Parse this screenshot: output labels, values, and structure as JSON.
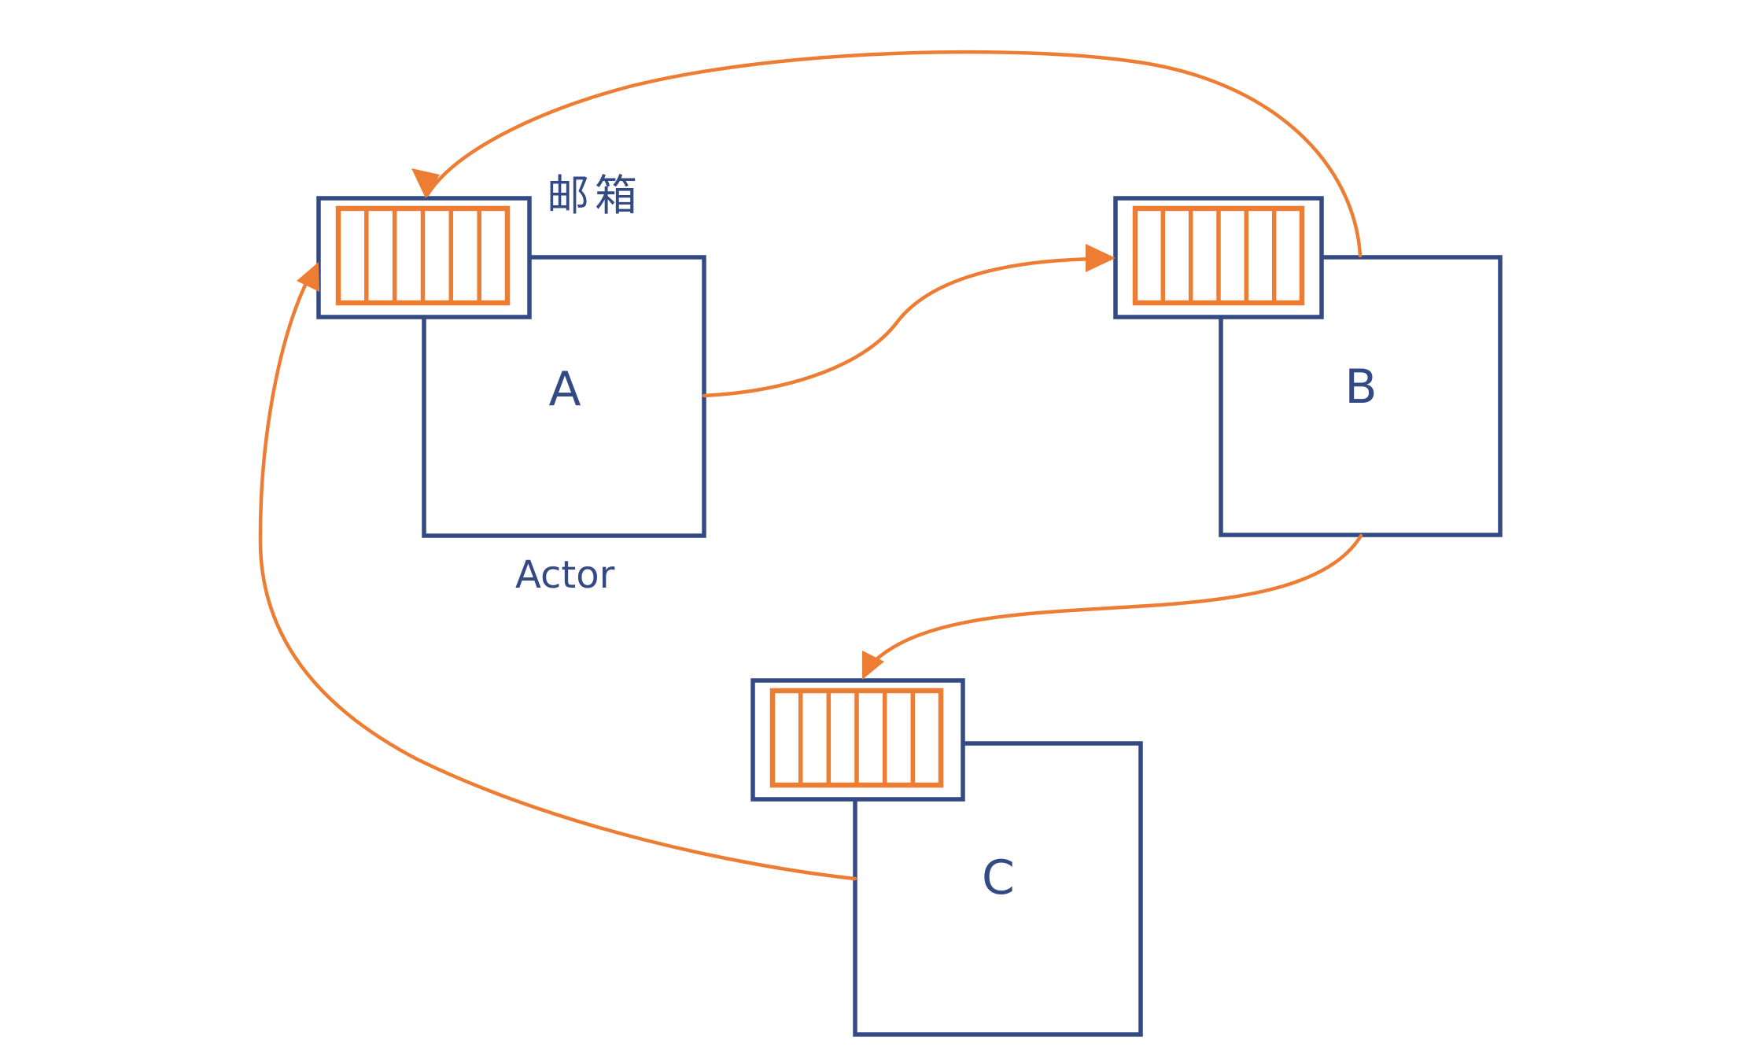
{
  "diagram": {
    "type": "actor-model-message-passing",
    "mailbox_label": "邮箱",
    "actor_caption": "Actor",
    "actors": [
      {
        "id": "A",
        "label": "A",
        "mailbox_slots": 6
      },
      {
        "id": "B",
        "label": "B",
        "mailbox_slots": 6
      },
      {
        "id": "C",
        "label": "C",
        "mailbox_slots": 6
      }
    ],
    "messages": [
      {
        "from": "B",
        "to": "A",
        "target": "mailbox-a"
      },
      {
        "from": "A",
        "to": "B",
        "target": "mailbox-b"
      },
      {
        "from": "B",
        "to": "C",
        "target": "mailbox-c"
      },
      {
        "from": "C",
        "to": "A",
        "target": "mailbox-a"
      }
    ],
    "colors": {
      "box_stroke": "#334A85",
      "queue_stroke": "#ED7D33",
      "arrow": "#ED7D33",
      "background": "#FFFFFF",
      "text": "#334A85"
    }
  }
}
